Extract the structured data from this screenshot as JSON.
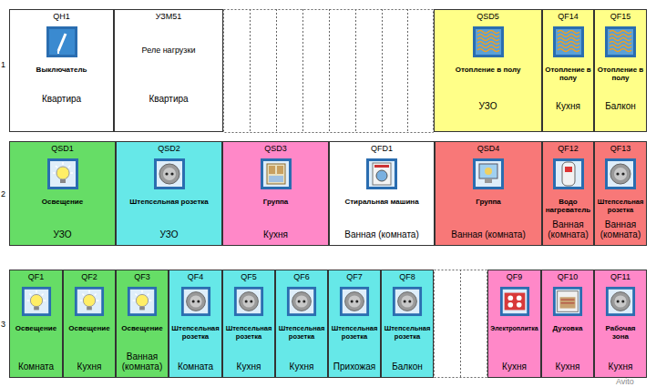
{
  "diagram": {
    "nodes": [
      {
        "text": [
          "QH1",
          "Выключатель",
          "Квартира"
        ]
      },
      {
        "text": [
          "УЗМ51",
          "Реле нагрузки",
          "Квартира"
        ]
      },
      {
        "text": [
          "QSD5",
          "Отопление в полу",
          "УЗО"
        ]
      },
      {
        "text": [
          "QF14",
          "Отопление в полу",
          "Кухня"
        ]
      },
      {
        "text": [
          "QF15",
          "Отопление в полу",
          "Балкон"
        ]
      },
      {
        "text": [
          "QSD1",
          "Освещение",
          "УЗО"
        ]
      },
      {
        "text": [
          "QSD2",
          "Штепсельная розетка",
          "УЗО"
        ]
      },
      {
        "text": [
          "QSD3",
          "Группа",
          "Кухня"
        ]
      },
      {
        "text": [
          "QFD1",
          "Стиральная машина",
          "Ванная (комната)"
        ]
      },
      {
        "text": [
          "QSD4",
          "Группа",
          "Ванная (комната)"
        ]
      },
      {
        "text": [
          "QF12",
          "Водо нагреватель",
          "Ванная (комната)"
        ]
      },
      {
        "text": [
          "QF13",
          "Штепсельная розетка",
          "Ванная (комната)"
        ]
      },
      {
        "text": [
          "QF1",
          "Освещение",
          "Комната"
        ]
      },
      {
        "text": [
          "QF2",
          "Освещение",
          "Кухня"
        ]
      },
      {
        "text": [
          "QF3",
          "Освещение",
          "Ванная (комната)"
        ]
      },
      {
        "text": [
          "QF4",
          "Штепсельная розетка",
          "Комната"
        ]
      },
      {
        "text": [
          "QF5",
          "Штепсельная розетка",
          "Кухня"
        ]
      },
      {
        "text": [
          "QF6",
          "Штепсельная розетка",
          "Кухня"
        ]
      },
      {
        "text": [
          "QF7",
          "Штепсельная розетка",
          "Прихожая"
        ]
      },
      {
        "text": [
          "QF8",
          "Штепсельная розетка",
          "Балкон"
        ]
      },
      {
        "text": [
          "QF9",
          "Электроплитка",
          "Кухня"
        ]
      },
      {
        "text": [
          "QF10",
          "Духовка",
          "Кухня"
        ]
      },
      {
        "text": [
          "QF11",
          "Рабочая зона",
          "Кухня"
        ]
      }
    ],
    "labels": [
      "1",
      "2",
      "3",
      "Avito"
    ]
  }
}
